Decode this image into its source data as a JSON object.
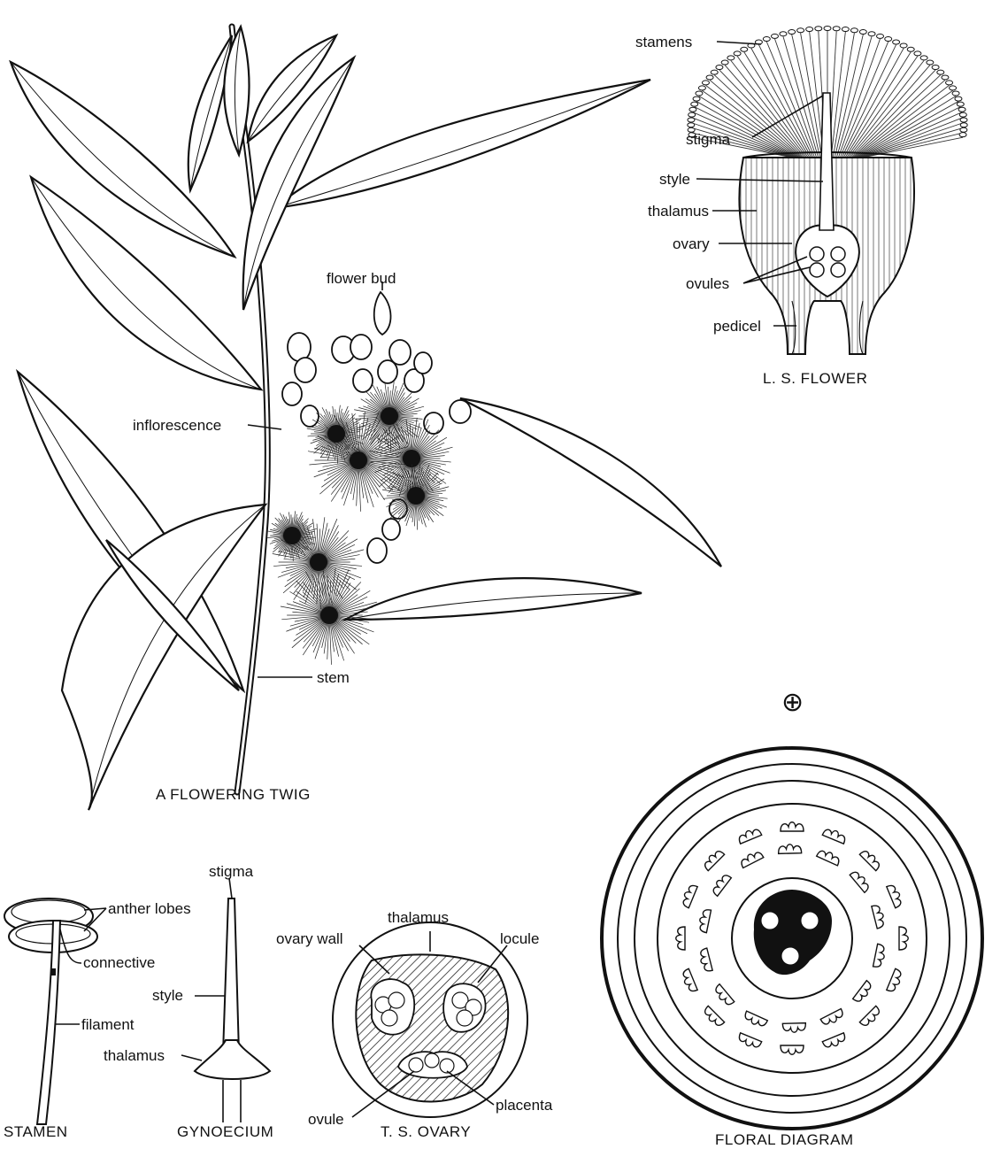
{
  "twig": {
    "caption": "A FLOWERING TWIG",
    "labels": {
      "flower_bud": "flower bud",
      "inflorescence": "inflorescence",
      "stem": "stem"
    }
  },
  "ls_flower": {
    "caption": "L. S. FLOWER",
    "labels": {
      "stamens": "stamens",
      "stigma": "stigma",
      "style": "style",
      "thalamus": "thalamus",
      "ovary": "ovary",
      "ovules": "ovules",
      "pedicel": "pedicel"
    }
  },
  "floral_diagram": {
    "caption": "FLORAL DIAGRAM",
    "symbol": "⊕"
  },
  "stamen": {
    "caption": "STAMEN",
    "labels": {
      "anther_lobes": "anther lobes",
      "connective": "connective",
      "filament": "filament"
    }
  },
  "gynoecium": {
    "caption": "GYNOECIUM",
    "labels": {
      "stigma": "stigma",
      "style": "style",
      "thalamus": "thalamus"
    }
  },
  "ts_ovary": {
    "caption": "T. S. OVARY",
    "labels": {
      "thalamus": "thalamus",
      "ovary_wall": "ovary wall",
      "locule": "locule",
      "ovule": "ovule",
      "placenta": "placenta"
    }
  }
}
